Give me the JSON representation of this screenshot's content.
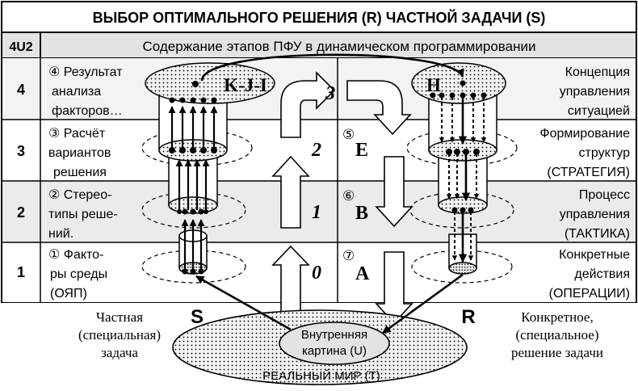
{
  "title": "ВЫБОР ОПТИМАЛЬНОГО РЕШЕНИЯ (R) ЧАСТНОЙ ЗАДАЧИ (S)",
  "header": {
    "code": "4U2",
    "caption": "Содержание этапов ПФУ в динамическом программировании"
  },
  "rows": [
    {
      "num": "4",
      "left": [
        "④ Результат",
        "анализа",
        "факторов…"
      ],
      "right": [
        "Концепция",
        "управления",
        "ситуацией"
      ]
    },
    {
      "num": "3",
      "left": [
        "③ Расчёт",
        "вариантов",
        "решения"
      ],
      "right": [
        "Формирование",
        "структур",
        "(СТРАТЕГИЯ)"
      ]
    },
    {
      "num": "2",
      "left": [
        "② Стерео-",
        "типы реше-",
        "ний."
      ],
      "right": [
        "Процесс",
        "управления",
        "(ТАКТИКА)"
      ]
    },
    {
      "num": "1",
      "left": [
        "① Факто-",
        "ры среды",
        "(ОЯП)"
      ],
      "right": [
        "Конкретные",
        "действия",
        "(ОПЕРАЦИИ)"
      ]
    }
  ],
  "stage_numbers": [
    "0",
    "1",
    "2",
    "3"
  ],
  "right_stages": [
    {
      "num": "⑤",
      "letter": "E"
    },
    {
      "num": "⑥",
      "letter": "B"
    },
    {
      "num": "⑦",
      "letter": "A"
    }
  ],
  "labels": {
    "kji": "K-J-I",
    "h": "H",
    "s": "S",
    "r": "R",
    "task_left": [
      "Частная",
      "(специальная)",
      "задача"
    ],
    "task_right": [
      "Конкретное,",
      "(специальное)",
      "решение задачи"
    ],
    "inner": [
      "Внутренняя",
      "картина (U)"
    ],
    "world": "РЕАЛЬНЫЙ МИР (Т)"
  }
}
